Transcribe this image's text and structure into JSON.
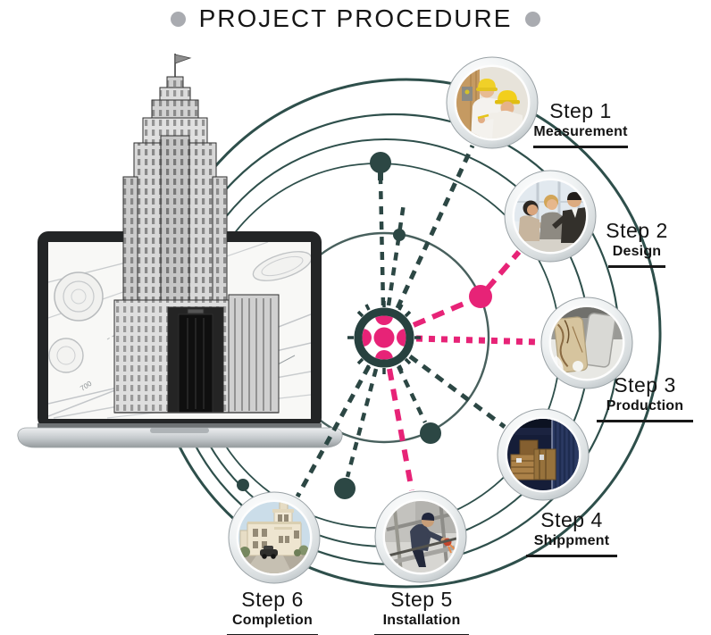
{
  "title": "PROJECT PROCEDURE",
  "colors": {
    "accent_teal": "#2c4744",
    "accent_pink": "#e72377",
    "title_dot_gray": "#a9abb0",
    "text_black": "#161616"
  },
  "steps": [
    {
      "label": "Step 1",
      "sublabel": "Measurement",
      "photo": "workers-with-hardhats-measuring"
    },
    {
      "label": "Step 2",
      "sublabel": "Design",
      "photo": "design-team-meeting"
    },
    {
      "label": "Step 3",
      "sublabel": "Production",
      "photo": "stone-slab-factory"
    },
    {
      "label": "Step 4",
      "sublabel": "Shippment",
      "photo": "loaded-shipping-container"
    },
    {
      "label": "Step 5",
      "sublabel": "Installation",
      "photo": "worker-installing-on-site"
    },
    {
      "label": "Step 6",
      "sublabel": "Completion",
      "photo": "finished-villa-building"
    }
  ],
  "illustration": {
    "laptop": "laptop-showing-blueprints",
    "building": "skyscraper-sketch-rising-from-laptop"
  }
}
